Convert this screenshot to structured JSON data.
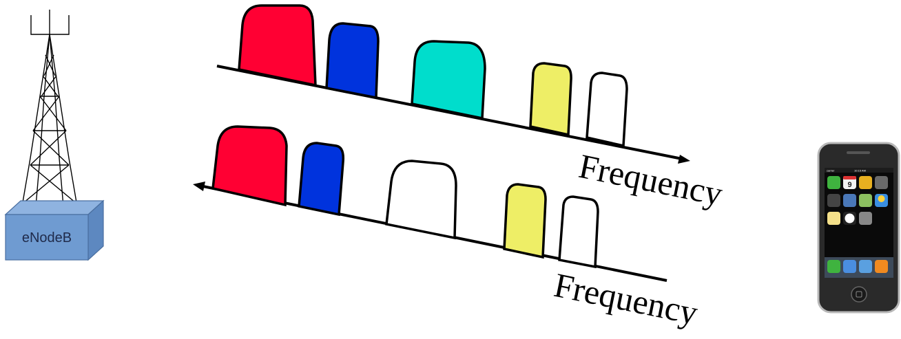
{
  "colors": {
    "red": "#ff0033",
    "blue": "#0033dd",
    "cyan": "#00ddcc",
    "yellow": "#eeee66",
    "white": "#ffffff",
    "enodeb_fill": "#6f9bd1",
    "enodeb_top": "#8fb3e0"
  },
  "base_station": {
    "label": "eNodeB",
    "icon": "cell-tower-icon"
  },
  "uplink": {
    "axis_label": "Frequency",
    "direction": "increasing-right",
    "blocks": [
      "red",
      "blue",
      "cyan",
      "yellow",
      "white"
    ]
  },
  "downlink": {
    "axis_label": "Frequency",
    "direction": "increasing-left",
    "blocks": [
      "red",
      "blue",
      "white",
      "yellow",
      "white"
    ]
  },
  "user_equipment": {
    "icon": "smartphone-icon",
    "carrier": "carrier",
    "time": "10:15 AM",
    "date_tile": "9"
  }
}
